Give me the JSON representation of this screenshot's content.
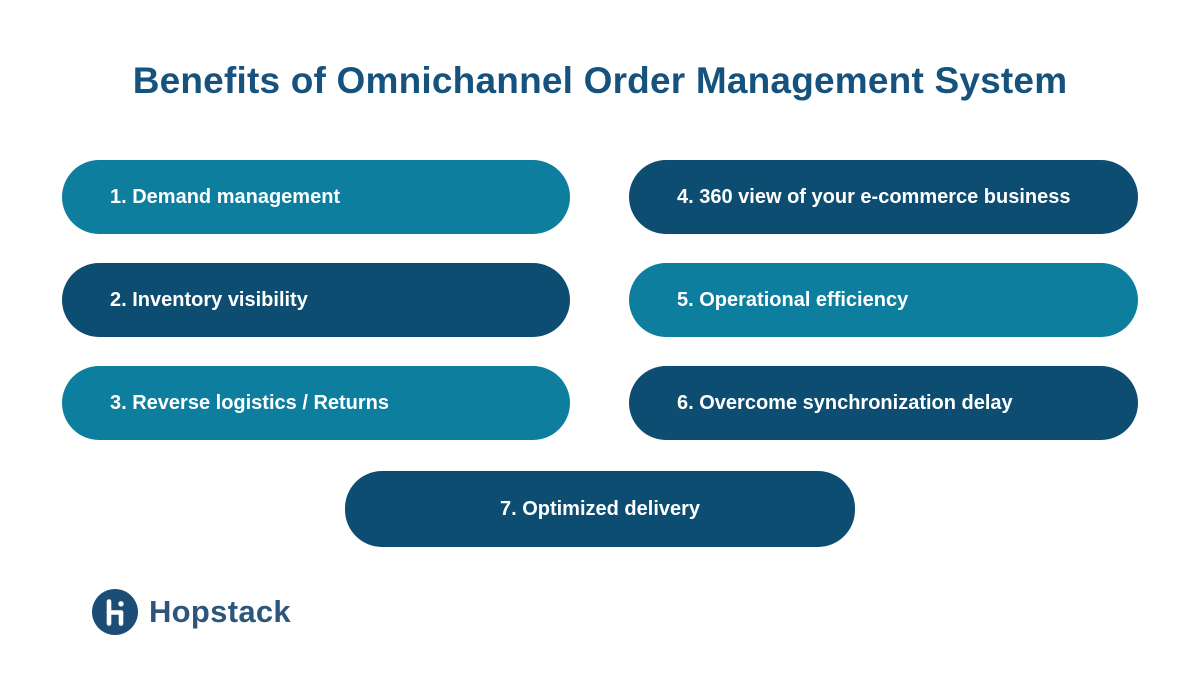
{
  "page": {
    "title": "Benefits of Omnichannel Order Management System",
    "background_color": "#ffffff",
    "title_color": "#15537e"
  },
  "colors": {
    "teal": "#0e7e9f",
    "navy": "#0d4d72",
    "title_blue": "#15537e",
    "logo_circle": "#1c4d77",
    "logo_text": "#2e567d",
    "pill_text": "#ffffff"
  },
  "pills": [
    {
      "label": "1. Demand management",
      "color": "#0e7e9f",
      "column": "left",
      "align": "left"
    },
    {
      "label": "2. Inventory visibility",
      "color": "#0d4d72",
      "column": "left",
      "align": "left"
    },
    {
      "label": "3. Reverse logistics / Returns",
      "color": "#0e7e9f",
      "column": "left",
      "align": "left"
    },
    {
      "label": "4. 360 view of your e-commerce business",
      "color": "#0d4d72",
      "column": "right",
      "align": "left"
    },
    {
      "label": "5. Operational efficiency",
      "color": "#0e7e9f",
      "column": "right",
      "align": "left"
    },
    {
      "label": "6. Overcome synchronization delay",
      "color": "#0d4d72",
      "column": "right",
      "align": "left"
    },
    {
      "label": "7. Optimized delivery",
      "color": "#0d4d72",
      "column": "center",
      "align": "center"
    }
  ],
  "logo": {
    "text": "Hopstack",
    "icon": "hopstack-hi-icon"
  }
}
